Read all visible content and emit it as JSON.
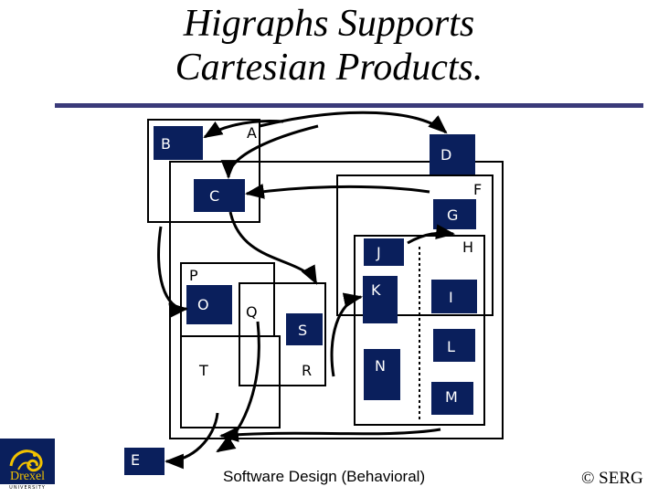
{
  "title": {
    "line1": "Higraphs Supports",
    "line2": "Cartesian Products."
  },
  "states": {
    "A": "A",
    "B": "B",
    "C": "C",
    "D": "D",
    "E": "E",
    "F": "F",
    "G": "G",
    "H": "H",
    "I": "I",
    "J": "J",
    "K": "K",
    "L": "L",
    "M": "M",
    "N": "N",
    "O": "O",
    "P": "P",
    "Q": "Q",
    "R": "R",
    "S": "S",
    "T": "T"
  },
  "footer": "Software Design (Behavioral)",
  "copyright": "© SERG",
  "logo": {
    "name": "Drexel",
    "subtitle": "UNIVERSITY"
  },
  "colors": {
    "state_fill": "#0a1f5c",
    "title_rule": "#3a3a7a",
    "logo_bg": "#0a1f5c",
    "logo_text": "#f2c200"
  }
}
